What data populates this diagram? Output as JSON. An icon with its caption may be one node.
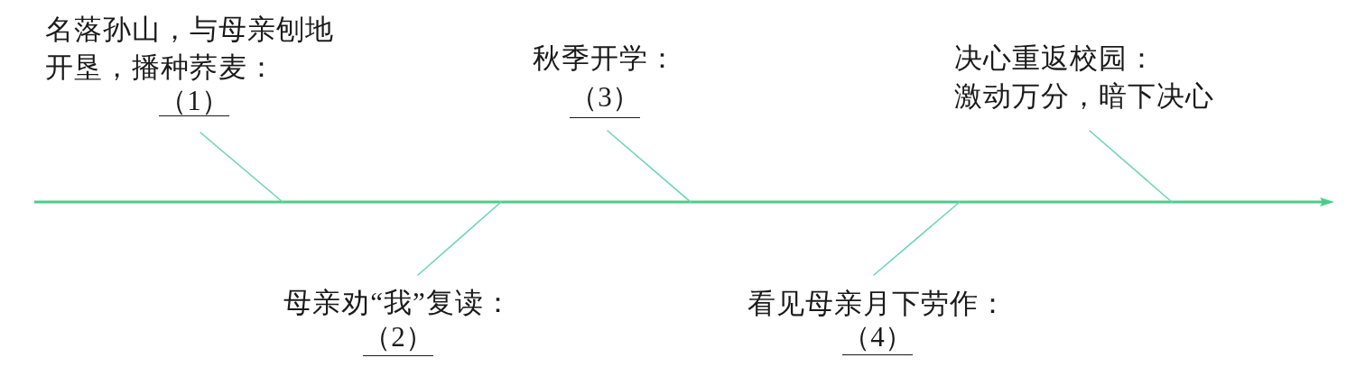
{
  "diagram": {
    "nodes": [
      {
        "text": [
          "名落孙山，与母亲刨地开垦，播种荞麦：",
          "（1）"
        ]
      },
      {
        "text": [
          "母亲劝“我”复读：",
          "（2）"
        ]
      },
      {
        "text": [
          "秋季开学：",
          "（3）"
        ]
      },
      {
        "text": [
          "看见母亲月下劳作：",
          "（4）"
        ]
      },
      {
        "text": [
          "决心重返校园：",
          "激动万分，暗下决心"
        ]
      }
    ],
    "edges": [
      {
        "from": 0,
        "to": null,
        "arrow": "none"
      },
      {
        "from": 1,
        "to": null,
        "arrow": "none"
      },
      {
        "from": 2,
        "to": null,
        "arrow": "none"
      },
      {
        "from": 3,
        "to": null,
        "arrow": "none"
      },
      {
        "from": 4,
        "to": null,
        "arrow": "none"
      }
    ]
  }
}
